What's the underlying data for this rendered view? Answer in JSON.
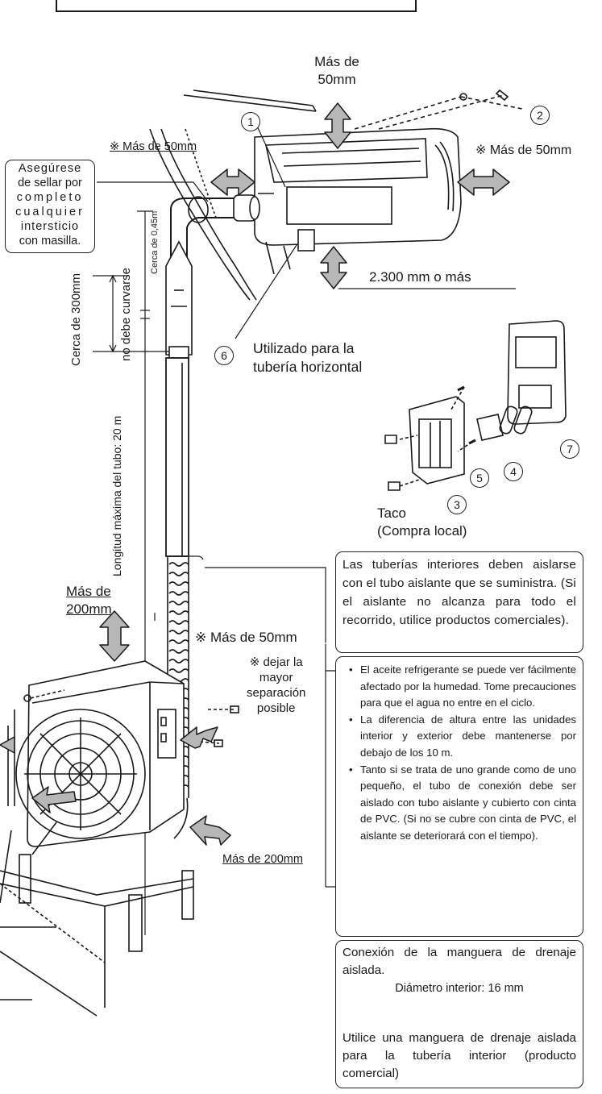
{
  "labels": {
    "top_clearance": "Más de 50mm",
    "left_clearance": "※ Más de  50mm",
    "right_clearance": "※ Más de 50mm",
    "bottom_clearance": "2.300 mm o más",
    "seal_note": [
      "Asegúrese",
      "de sellar por",
      "completo",
      "cualquier",
      "intersticio",
      "con masilla."
    ],
    "cerca_045": "Cerca de 0,45m",
    "cerca_300": "Cerca de 300mm",
    "no_curvarse": "no debe curvarse",
    "horizontal_use": "Utilizado para la tubería horizontal",
    "taco": "Taco",
    "compra_local": "(Compra local)",
    "max_length": "Longitud máxima del tubo: 20 m",
    "outdoor_top": "Más de 200mm",
    "outdoor_side": "※ Más de 50mm",
    "separation": [
      "※ dejar la",
      "mayor",
      "separación",
      "posible"
    ],
    "outdoor_front": "Más de 200mm"
  },
  "callouts": {
    "n1": "①",
    "n2": "②",
    "n3": "③",
    "n4": "④",
    "n5": "⑤",
    "n6": "⑥",
    "n7": "⑦"
  },
  "insulation_box": {
    "text": "Las tuberías interiores deben aislarse con el tubo aislante que se suministra. (Si el aislante no alcanza para todo el recorrido, utilice productos comerciales)."
  },
  "notes_box": {
    "items": [
      "El aceite refrigerante se puede ver fácilmente afectado por la humedad. Tome precauciones para que el agua no entre en el ciclo.",
      "La diferencia de altura entre las unidades interior y exterior debe mantenerse por debajo de los 10 m.",
      "Tanto si se trata de uno grande como de uno pequeño, el tubo de conexión debe ser aislado con tubo aislante y cubierto con cinta de PVC. (Si no se cubre con cinta de PVC, el aislante se deteriorará con el tiempo)."
    ]
  },
  "drain_box": {
    "title": "Conexión de la manguera de drenaje aislada.",
    "diameter": "Diámetro interior: 16 mm",
    "text": "Utilice una manguera de drenaje aislada para la tubería interior (producto comercial)"
  },
  "colors": {
    "arrow_fill": "#b7b7b7",
    "line": "#1a1a1a"
  }
}
